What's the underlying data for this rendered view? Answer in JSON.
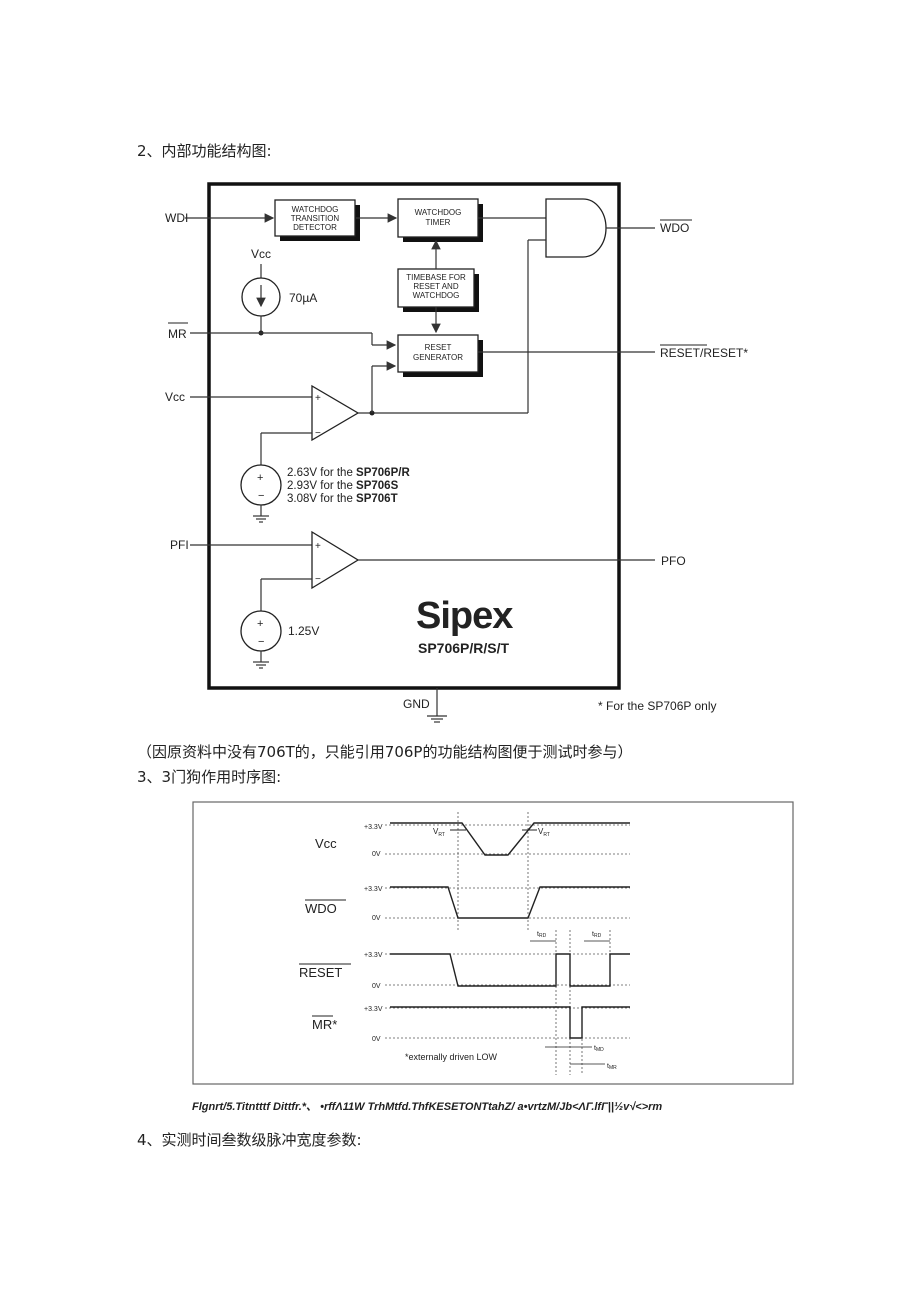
{
  "sections": {
    "s2": "2、内部功能结构图:",
    "note": "（因原资料中没有706T的，只能引用706P的功能结构图便于测试时参与）",
    "s3": "3、3门狗作用时序图:",
    "s4": "4、实测时间叁数级脉冲宽度参数:"
  },
  "block_diagram": {
    "inputs": {
      "wdi": "WDI",
      "mr": "MR",
      "vcc": "Vcc",
      "pfi": "PFI"
    },
    "outputs": {
      "wdo": "WDO",
      "reset": "RESET/RESET*",
      "pfo": "PFO",
      "gnd": "GND"
    },
    "blocks": {
      "transition_detector": [
        "WATCHDOG",
        "TRANSITION",
        "DETECTOR"
      ],
      "watchdog_timer": [
        "WATCHDOG",
        "TIMER"
      ],
      "timebase": [
        "TIMEBASE FOR",
        "RESET AND",
        "WATCHDOG"
      ],
      "reset_generator": [
        "RESET",
        "GENERATOR"
      ]
    },
    "vcc_source": "Vcc",
    "current": "70µA",
    "thresholds": [
      {
        "text": "2.63V for the ",
        "part": "SP706P/R"
      },
      {
        "text": "2.93V for the ",
        "part": "SP706S"
      },
      {
        "text": "3.08V for the ",
        "part": "SP706T"
      }
    ],
    "ref_voltage": "1.25V",
    "logo": "Sipex",
    "model": "SP706P/R/S/T",
    "footnote": "* For the SP706P only"
  },
  "timing_diagram": {
    "signals": {
      "vcc": "Vcc",
      "wdo": "WDO",
      "reset": "RESET",
      "mr": "MR*"
    },
    "levels": {
      "high": "+3.3V",
      "low": "0V"
    },
    "vrt": "V",
    "vrt_sub": "RT",
    "t_rd": "t",
    "t_rd_sub": "RD",
    "t_md": "t",
    "t_md_sub": "MD",
    "t_mr": "t",
    "t_mr_sub": "MR",
    "note": "*externally driven LOW"
  },
  "caption": "Flgnrt/5.Titntttf Dittfr.*、 •rffΛ11W TrhMtfd.ThfKESETONTtahZ/ a•vrtzM/Jb<ΛΓ.lfΓ||½v√<>rm"
}
